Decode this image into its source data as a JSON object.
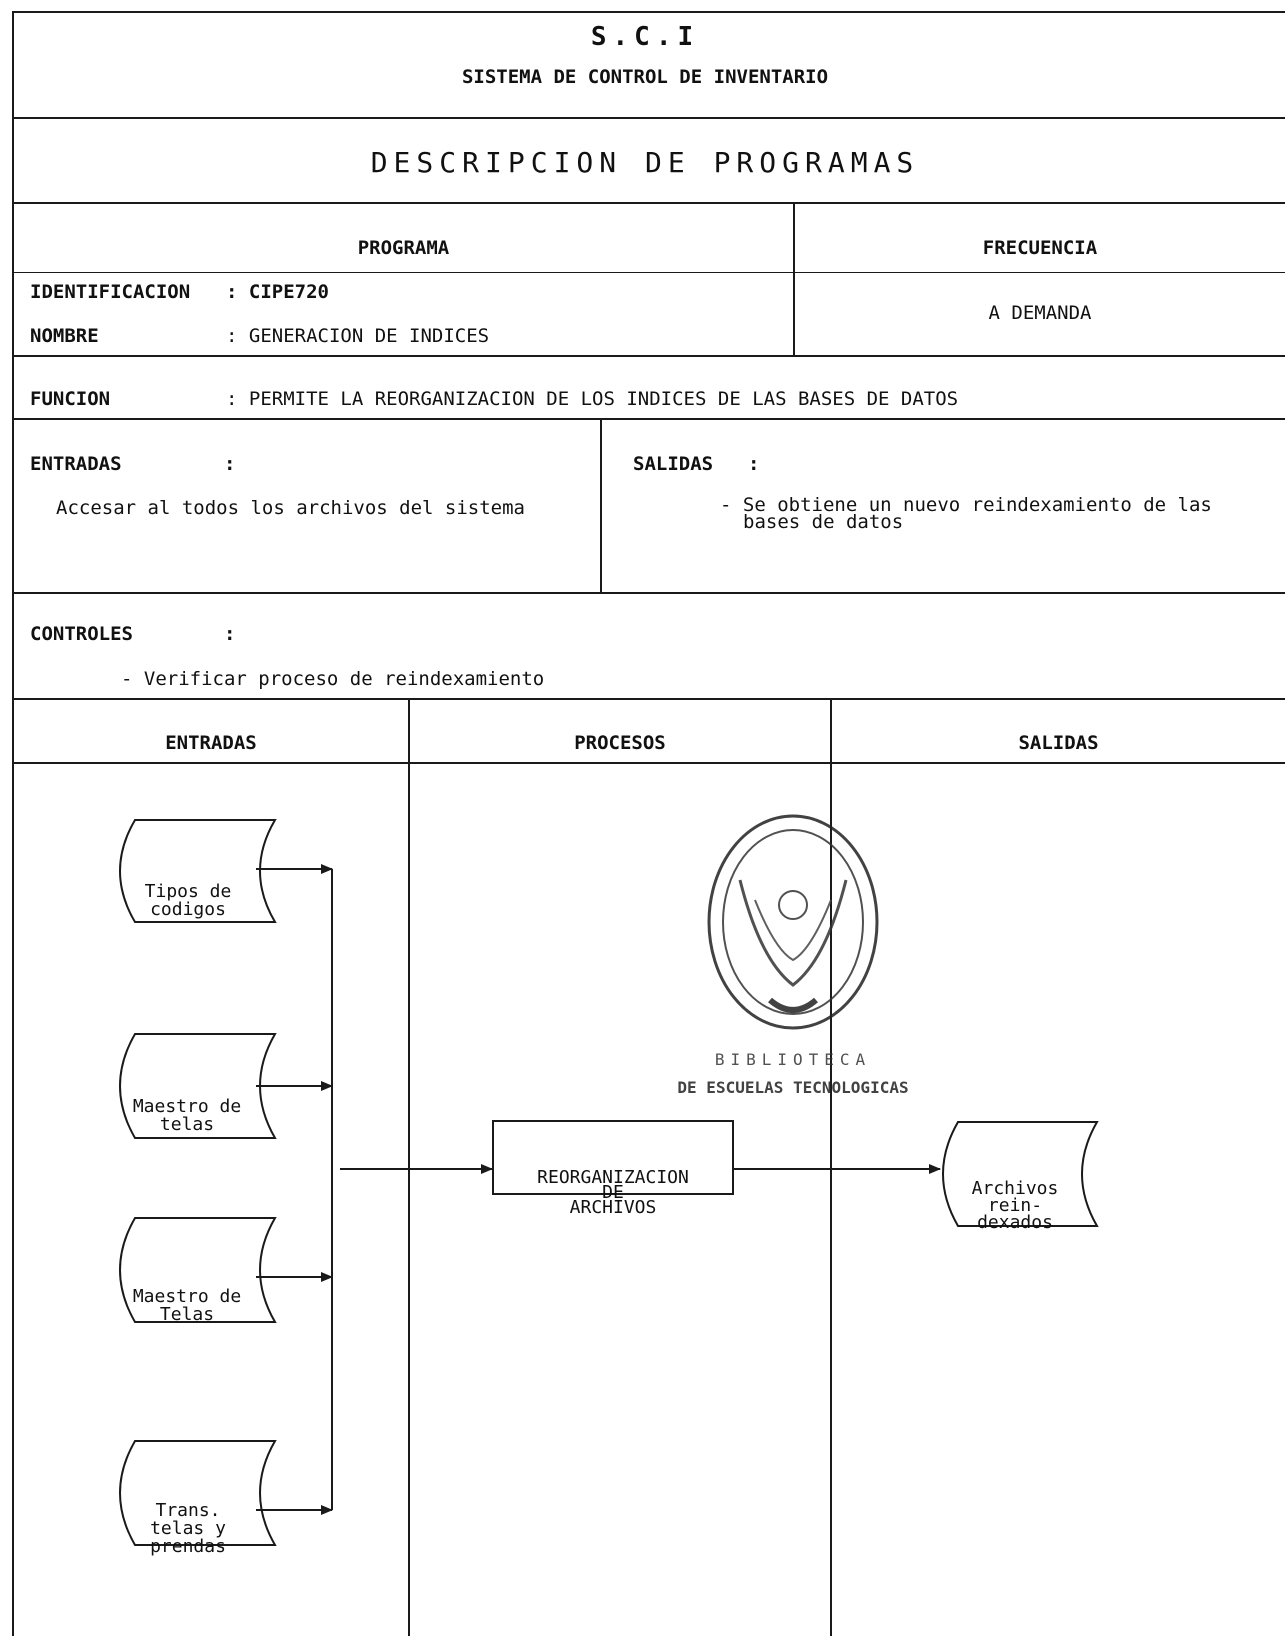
{
  "header": {
    "acronym": "S.C.I",
    "system_name": "SISTEMA DE CONTROL DE INVENTARIO",
    "doc_title": "DESCRIPCION DE PROGRAMAS"
  },
  "program": {
    "col_program": "PROGRAMA",
    "col_frequency": "FRECUENCIA",
    "id_label": "IDENTIFICACION",
    "id_value": ": CIPE720",
    "name_label": "NOMBRE",
    "name_value": ": GENERACION DE INDICES",
    "frequency_value": "A DEMANDA",
    "function_label": "FUNCION",
    "function_value": ": PERMITE LA REORGANIZACION DE LOS INDICES DE LAS BASES DE DATOS"
  },
  "io": {
    "inputs_label": "ENTRADAS",
    "inputs_colon": ":",
    "inputs_text": "Accesar al todos los archivos del sistema",
    "outputs_label": "SALIDAS",
    "outputs_colon": ":",
    "outputs_text_1": "- Se obtiene un nuevo reindexamiento de las",
    "outputs_text_2": "bases de datos"
  },
  "controls": {
    "label": "CONTROLES",
    "colon": ":",
    "item": "- Verificar proceso de reindexamiento"
  },
  "diagram": {
    "col_inputs": "ENTRADAS",
    "col_process": "PROCESOS",
    "col_outputs": "SALIDAS",
    "inputs": [
      {
        "lines": [
          "Tipos de",
          "codigos"
        ]
      },
      {
        "lines": [
          "Maestro de",
          "telas"
        ]
      },
      {
        "lines": [
          "Maestro de",
          "Telas"
        ]
      },
      {
        "lines": [
          "Trans.",
          "telas y",
          "prendas"
        ]
      }
    ],
    "process": {
      "lines": [
        "REORGANIZACION",
        "DE",
        "ARCHIVOS"
      ]
    },
    "output": {
      "lines": [
        "Archivos",
        "rein-",
        "dexados"
      ]
    }
  },
  "stamp": {
    "line1": "BIBLIOTECA",
    "line2": "DE ESCUELAS TECNOLOGICAS"
  }
}
